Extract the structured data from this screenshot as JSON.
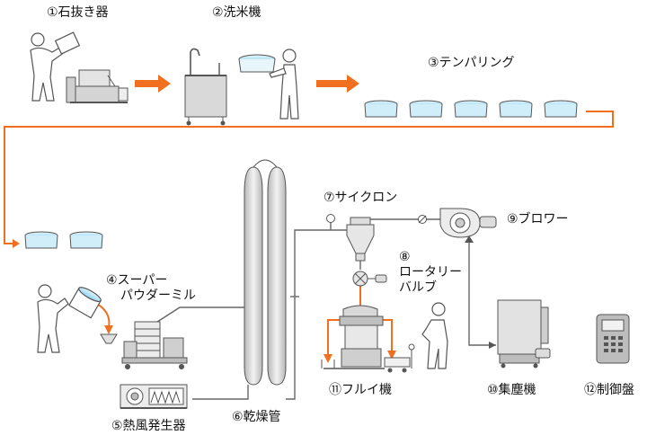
{
  "labels": {
    "l1": "①石抜き器",
    "l2": "②洗米機",
    "l3": "③テンパリング",
    "l4a": "④スーパー",
    "l4b": "パウダーミル",
    "l5": "⑤熱風発生器",
    "l6": "⑥乾燥管",
    "l7": "⑦サイクロン",
    "l8a": "⑧",
    "l8b": "ロータリー",
    "l8c": "バルブ",
    "l9": "⑨ブロワー",
    "l10": "⑩集塵機",
    "l11": "⑪フルイ機",
    "l12": "⑫制御盤"
  },
  "colors": {
    "flow_arrow": "#f07020",
    "outline": "#555555",
    "fill_gray": "#d4d4d4",
    "water": "#aee0f3"
  }
}
